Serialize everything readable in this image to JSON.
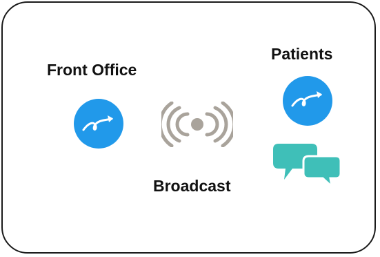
{
  "labels": {
    "front_office": "Front Office",
    "patients": "Patients",
    "broadcast": "Broadcast"
  },
  "icons": {
    "front_office": "app-logo-icon",
    "patients": "app-logo-icon",
    "broadcast": "broadcast-signal-icon",
    "chat": "chat-bubbles-icon"
  },
  "colors": {
    "app_icon_blue": "#2199ea",
    "broadcast_gray": "#a9a39b",
    "chat_teal": "#3fbfb8",
    "frame_border": "#1a1a1a"
  }
}
